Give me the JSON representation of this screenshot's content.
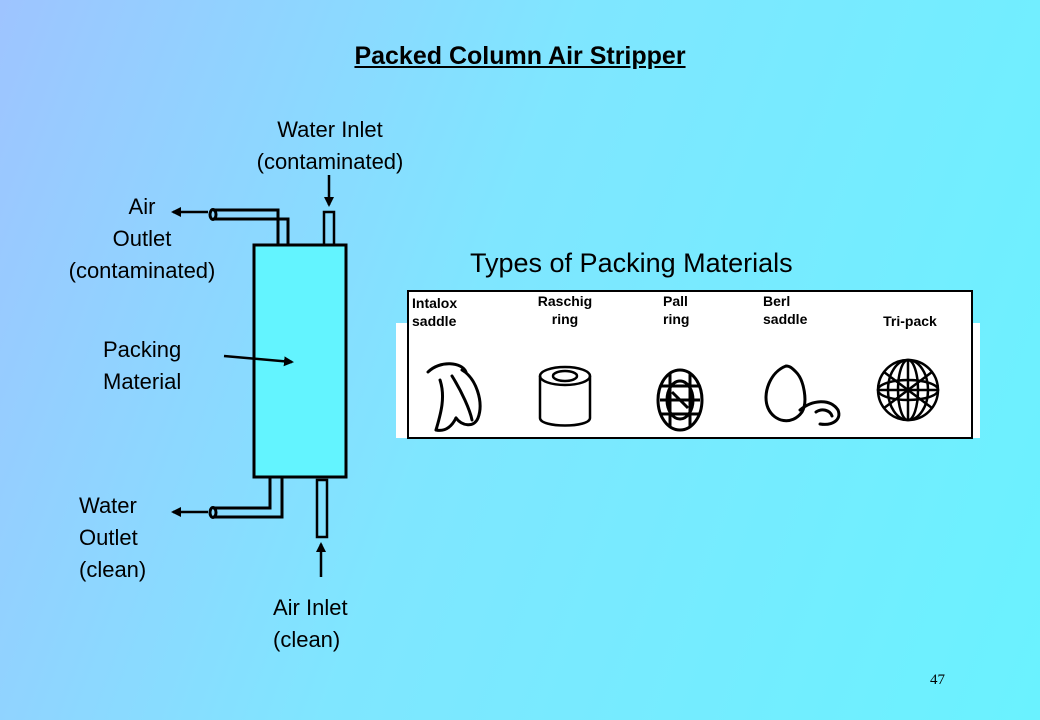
{
  "title": "Packed Column Air Stripper",
  "labels": {
    "water_inlet": [
      "Water Inlet",
      "(contaminated)"
    ],
    "air_outlet": [
      "Air",
      "Outlet",
      "(contaminated)"
    ],
    "packing_material": [
      "Packing",
      "Material"
    ],
    "water_outlet": [
      "Water",
      "Outlet",
      "(clean)"
    ],
    "air_inlet": [
      "Air Inlet",
      "(clean)"
    ]
  },
  "packing_types": {
    "title": "Types of Packing Materials",
    "items": [
      {
        "name": [
          "Intalox",
          "saddle"
        ],
        "icon": "intalox-saddle-icon"
      },
      {
        "name": [
          "Raschig",
          "ring"
        ],
        "icon": "raschig-ring-icon"
      },
      {
        "name": [
          "Pall",
          "ring"
        ],
        "icon": "pall-ring-icon"
      },
      {
        "name": [
          "Berl",
          "saddle"
        ],
        "icon": "berl-saddle-icon"
      },
      {
        "name": [
          "Tri-pack"
        ],
        "icon": "tri-pack-icon"
      }
    ]
  },
  "slide_number": "47"
}
